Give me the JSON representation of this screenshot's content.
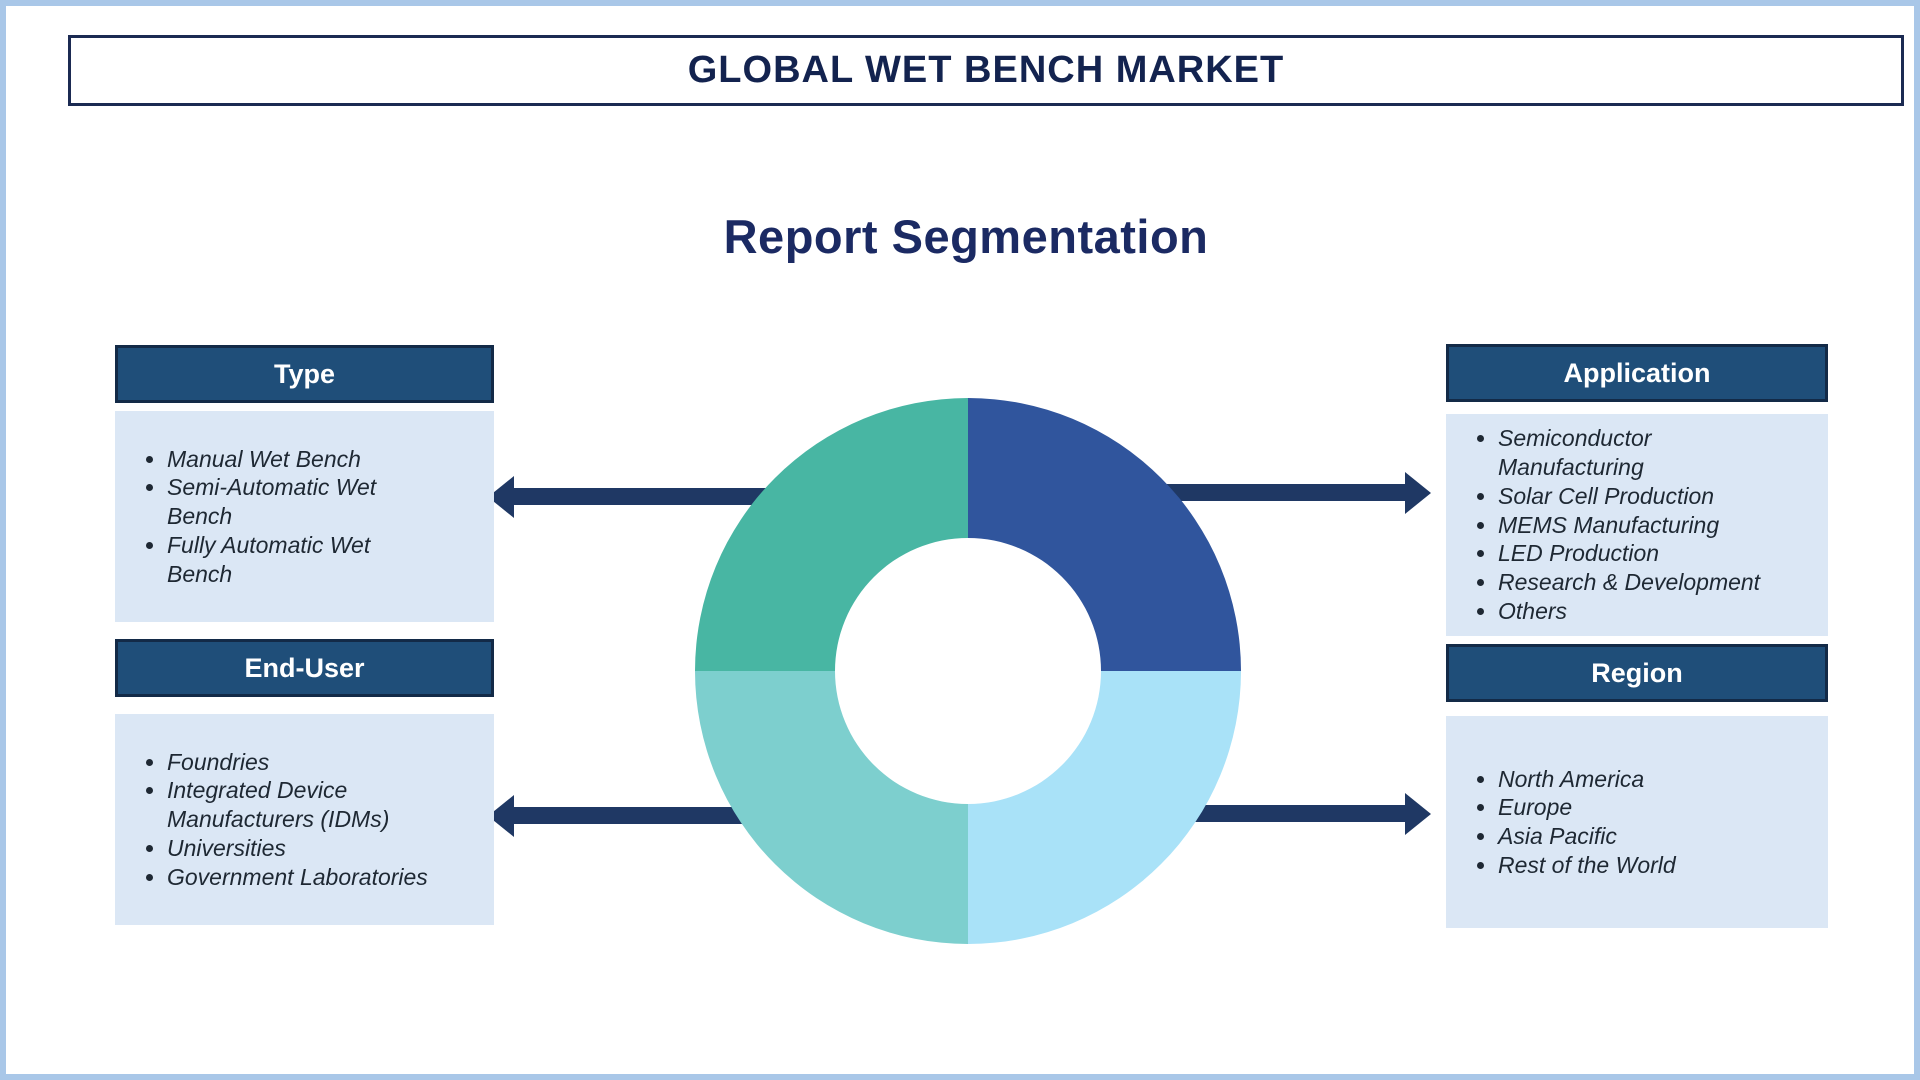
{
  "header": {
    "title": "GLOBAL WET BENCH MARKET"
  },
  "section_heading": "Report Segmentation",
  "panels": {
    "type": {
      "label": "Type",
      "items": [
        "Manual Wet Bench",
        "Semi-Automatic Wet\nBench",
        "Fully Automatic Wet\nBench"
      ]
    },
    "end_user": {
      "label": "End-User",
      "items": [
        "Foundries",
        "Integrated Device\nManufacturers (IDMs)",
        "Universities",
        "Government Laboratories"
      ]
    },
    "application": {
      "label": "Application",
      "items": [
        "Semiconductor\nManufacturing",
        "Solar Cell Production",
        "MEMS Manufacturing",
        "LED Production",
        "Research & Development",
        "Others"
      ]
    },
    "region": {
      "label": "Region",
      "items": [
        "North America",
        "Europe",
        "Asia Pacific",
        "Rest of the World"
      ]
    }
  },
  "chart_data": {
    "type": "pie",
    "subtype": "donut",
    "title": "Report Segmentation",
    "legend_position": "none",
    "segments": [
      {
        "label": "Application",
        "position": "top-right",
        "value": 25,
        "color": "#30559d"
      },
      {
        "label": "Region",
        "position": "bottom-right",
        "value": 25,
        "color": "#a9e2f8"
      },
      {
        "label": "End-User",
        "position": "bottom-left",
        "value": 25,
        "color": "#7dcfce"
      },
      {
        "label": "Type",
        "position": "top-left",
        "value": 25,
        "color": "#48b6a3"
      }
    ]
  },
  "colors": {
    "navy_arrow": "#1f3864",
    "panel_header_fill": "#1f4e79",
    "panel_header_border": "#132a47",
    "panel_body_fill": "#dbe7f5",
    "title_text": "#13234f",
    "heading_text": "#1b2a63",
    "page_border": "#a9c7e8",
    "bullet_text": "#1e2833"
  }
}
